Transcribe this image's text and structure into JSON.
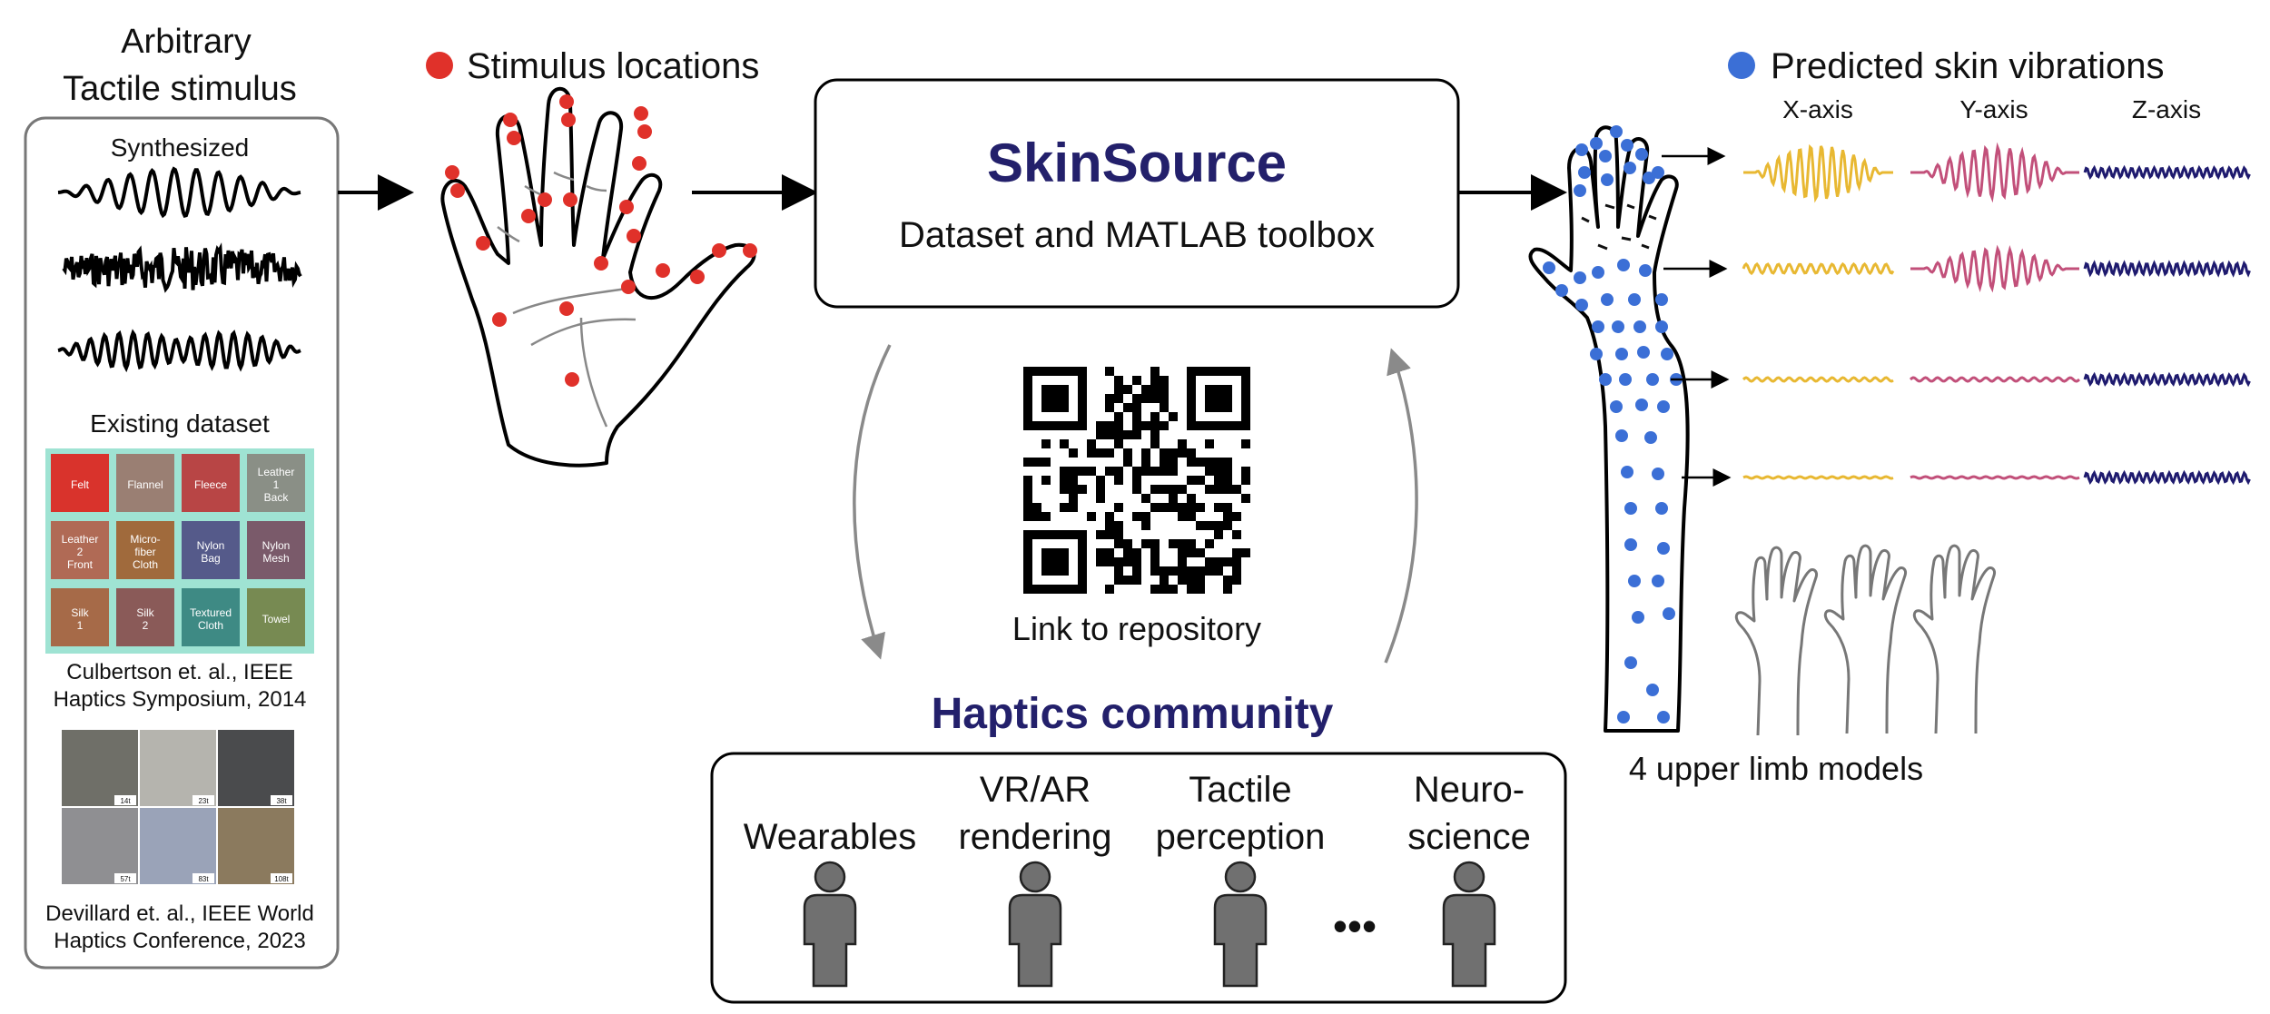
{
  "stimulus_panel": {
    "title_line1": "Arbitrary",
    "title_line2": "Tactile stimulus",
    "synthesized_label": "Synthesized",
    "existing_label": "Existing dataset",
    "texture_labels": [
      [
        "Felt"
      ],
      [
        "Flannel"
      ],
      [
        "Fleece"
      ],
      [
        "Leather",
        "1",
        "Back"
      ],
      [
        "Leather",
        "2",
        "Front"
      ],
      [
        "Micro-",
        "fiber",
        "Cloth"
      ],
      [
        "Nylon",
        "Bag"
      ],
      [
        "Nylon",
        "Mesh"
      ],
      [
        "Silk",
        "1"
      ],
      [
        "Silk",
        "2"
      ],
      [
        "Textured",
        "Cloth"
      ],
      [
        "Towel"
      ]
    ],
    "texture_colors": [
      "#d9332c",
      "#9a7f73",
      "#b84545",
      "#8a8f86",
      "#b06a55",
      "#a06a3c",
      "#555a8a",
      "#7a5a6a",
      "#a66a48",
      "#8a5a58",
      "#3e8a84",
      "#778a52"
    ],
    "citation1_line1": "Culbertson et. al., IEEE",
    "citation1_line2": "Haptics Symposium, 2014",
    "photo_labels": [
      "14t",
      "23t",
      "38t",
      "57t",
      "83t",
      "108t"
    ],
    "photo_colors": [
      "#6f6f68",
      "#b5b4ae",
      "#4a4b4d",
      "#8f8f92",
      "#9aa3b8",
      "#8b7a5e"
    ],
    "citation2_line1": "Devillard et. al., IEEE World",
    "citation2_line2": "Haptics Conference, 2023"
  },
  "stimulus_locations": {
    "label": "Stimulus locations",
    "dot_color": "#e0312a"
  },
  "skinsource": {
    "title": "SkinSource",
    "subtitle": "Dataset and MATLAB toolbox",
    "title_color": "#23206b"
  },
  "repository": {
    "label": "Link to repository"
  },
  "community": {
    "title": "Haptics community",
    "title_color": "#23206b",
    "groups": [
      {
        "line1": "",
        "line2": "Wearables"
      },
      {
        "line1": "VR/AR",
        "line2": "rendering"
      },
      {
        "line1": "Tactile",
        "line2": "perception"
      },
      {
        "line1": "Neuro-",
        "line2": "science"
      }
    ],
    "ellipsis": "•••"
  },
  "predicted": {
    "label": "Predicted skin vibrations",
    "dot_color": "#3b6fd6",
    "axes": [
      "X-axis",
      "Y-axis",
      "Z-axis"
    ],
    "axis_colors": [
      "#e8b832",
      "#c2507a",
      "#1e1a6e"
    ],
    "models_label": "4 upper limb models"
  }
}
